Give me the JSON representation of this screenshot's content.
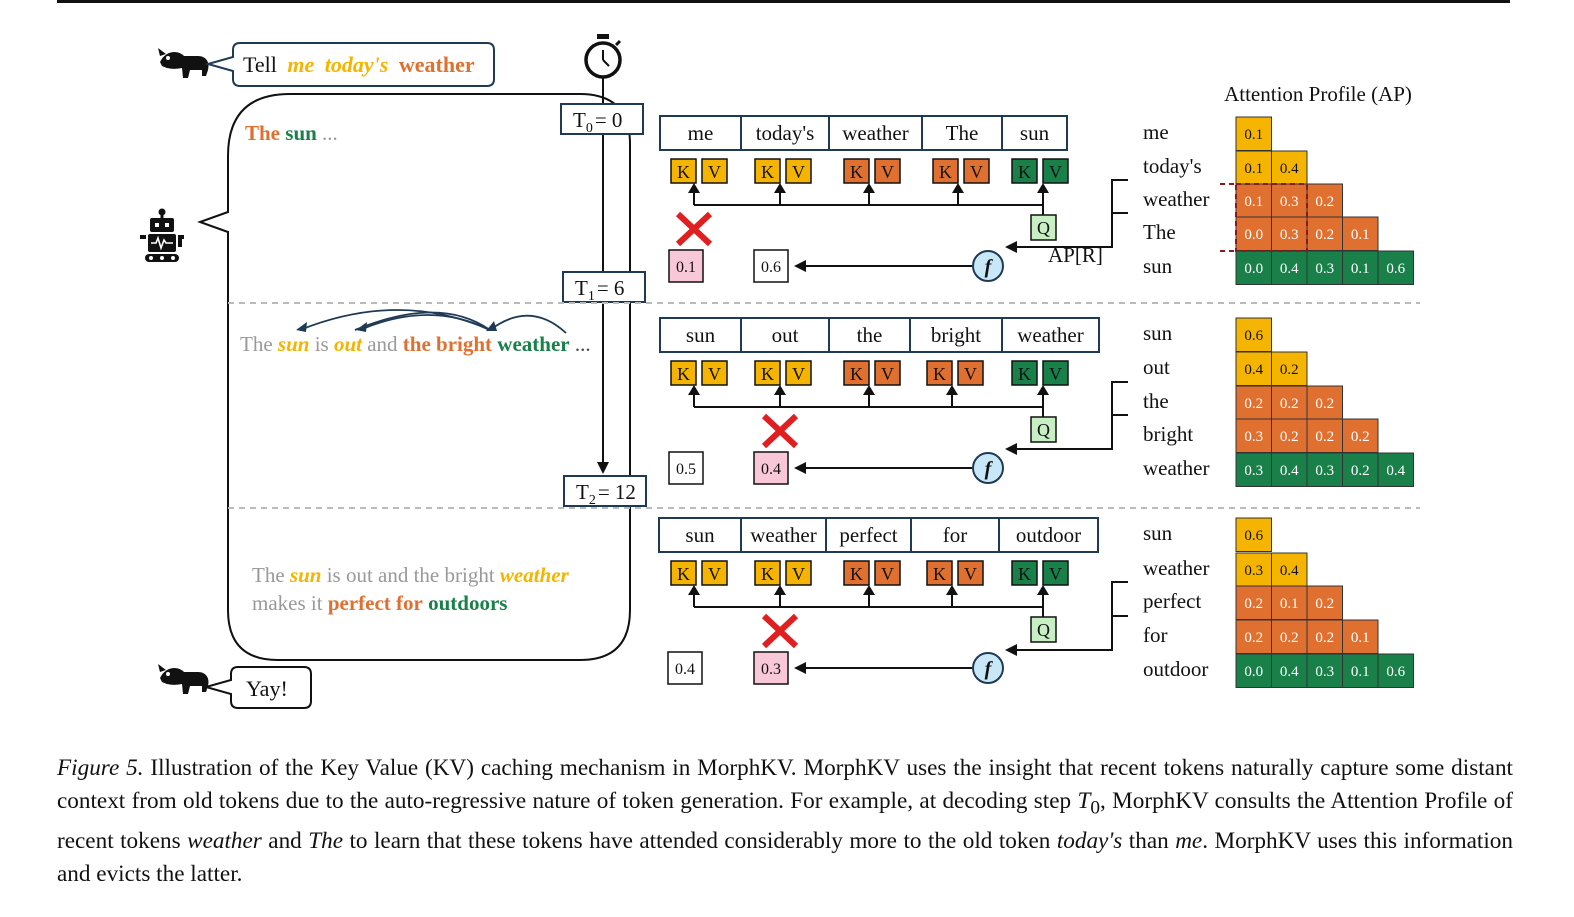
{
  "colors": {
    "yellow": "#F5B400",
    "orange": "#E07030",
    "green": "#188048",
    "navy": "#1F3A55",
    "pink": "#F8C8D8",
    "query_fill": "#C8EEC4",
    "f_fill": "#C8E8F8",
    "red_x": "#E02020",
    "gray_text": "#999999",
    "dash": "#BBBBBB",
    "ap_dash": "#8B1A1A"
  },
  "icons": {
    "user": "dog-icon",
    "assistant": "robot-icon",
    "timer": "stopwatch-icon",
    "evict": "cross-icon",
    "fn": "f-circle-icon"
  },
  "top_prompt": {
    "word1": "Tell",
    "word2": "me",
    "word3": "today's",
    "word4": "weather"
  },
  "bottom_prompt": {
    "text": "Yay!"
  },
  "timeline": [
    {
      "label": "T",
      "sub": "0",
      "value": "= 0"
    },
    {
      "label": "T",
      "sub": "1",
      "value": "= 6"
    },
    {
      "label": "T",
      "sub": "2",
      "value": "= 12"
    }
  ],
  "kv_labels": {
    "key": "K",
    "value": "V",
    "query": "Q",
    "f": "f",
    "ap_r": "AP[R]"
  },
  "ap_title": "Attention Profile (AP)",
  "panels": [
    {
      "response_parts": [
        {
          "t": "The",
          "c": "orange",
          "b": true
        },
        {
          "t": " ",
          "c": "gray"
        },
        {
          "t": "sun",
          "c": "green",
          "b": true
        },
        {
          "t": " ...",
          "c": "gray"
        }
      ],
      "tokens": [
        "me",
        "today's",
        "weather",
        "The",
        "sun"
      ],
      "kv_colors": [
        "yellow",
        "yellow",
        "orange",
        "orange",
        "green"
      ],
      "scores": [
        "0.1",
        "0.6"
      ],
      "ap_rows": [
        "me",
        "today's",
        "weather",
        "The",
        "sun"
      ],
      "ap_values": [
        [
          "0.1"
        ],
        [
          "0.1",
          "0.4"
        ],
        [
          "0.1",
          "0.3",
          "0.2"
        ],
        [
          "0.0",
          "0.3",
          "0.2",
          "0.1"
        ],
        [
          "0.0",
          "0.4",
          "0.3",
          "0.1",
          "0.6"
        ]
      ]
    },
    {
      "response_parts": [
        {
          "t": "The ",
          "c": "gray"
        },
        {
          "t": "sun",
          "c": "yellow",
          "b": true,
          "i": true
        },
        {
          "t": " is ",
          "c": "gray"
        },
        {
          "t": "out",
          "c": "yellow",
          "b": true,
          "i": true
        },
        {
          "t": " and ",
          "c": "gray"
        },
        {
          "t": "the bright",
          "c": "orange",
          "b": true
        },
        {
          "t": " ",
          "c": "gray"
        },
        {
          "t": "weather",
          "c": "green",
          "b": true
        },
        {
          "t": " ...",
          "c": "dark"
        }
      ],
      "tokens": [
        "sun",
        "out",
        "the",
        "bright",
        "weather"
      ],
      "kv_colors": [
        "yellow",
        "yellow",
        "orange",
        "orange",
        "green"
      ],
      "scores": [
        "0.5",
        "0.4"
      ],
      "ap_rows": [
        "sun",
        "out",
        "the",
        "bright",
        "weather"
      ],
      "ap_values": [
        [
          "0.6"
        ],
        [
          "0.4",
          "0.2"
        ],
        [
          "0.2",
          "0.2",
          "0.2"
        ],
        [
          "0.3",
          "0.2",
          "0.2",
          "0.2"
        ],
        [
          "0.3",
          "0.4",
          "0.3",
          "0.2",
          "0.4"
        ]
      ]
    },
    {
      "response_parts": [
        {
          "t": "The ",
          "c": "gray"
        },
        {
          "t": "sun",
          "c": "yellow",
          "b": true,
          "i": true
        },
        {
          "t": " is out and the bright ",
          "c": "gray"
        },
        {
          "t": "weather",
          "c": "yellow",
          "b": true,
          "i": true
        }
      ],
      "response_parts_line2": [
        {
          "t": "makes it ",
          "c": "gray"
        },
        {
          "t": "perfect for",
          "c": "orange",
          "b": true
        },
        {
          "t": " ",
          "c": "gray"
        },
        {
          "t": "outdoors",
          "c": "green",
          "b": true
        }
      ],
      "tokens": [
        "sun",
        "weather",
        "perfect",
        "for",
        "outdoor"
      ],
      "kv_colors": [
        "yellow",
        "yellow",
        "orange",
        "orange",
        "green"
      ],
      "scores": [
        "0.4",
        "0.3"
      ],
      "ap_rows": [
        "sun",
        "weather",
        "perfect",
        "for",
        "outdoor"
      ],
      "ap_values": [
        [
          "0.6"
        ],
        [
          "0.3",
          "0.4"
        ],
        [
          "0.2",
          "0.1",
          "0.2"
        ],
        [
          "0.2",
          "0.2",
          "0.2",
          "0.1"
        ],
        [
          "0.0",
          "0.4",
          "0.3",
          "0.1",
          "0.6"
        ]
      ]
    }
  ],
  "caption": {
    "label": "Figure 5.",
    "s1": " Illustration of the Key Value (KV) caching mechanism in MorphKV. MorphKV uses the insight that recent tokens naturally capture some distant context from old tokens due to the auto-regressive nature of token generation. For example, at decoding step ",
    "t0": "T",
    "t0sub": "0",
    "s2": ", MorphKV consults the Attention Profile of recent tokens ",
    "w1": "weather",
    "s3": " and ",
    "w2": "The",
    "s4": " to learn that these tokens have attended considerably more to the old token ",
    "w3": "today's",
    "s5": " than ",
    "w4": "me",
    "s6": ". MorphKV uses this information and evicts the latter."
  }
}
